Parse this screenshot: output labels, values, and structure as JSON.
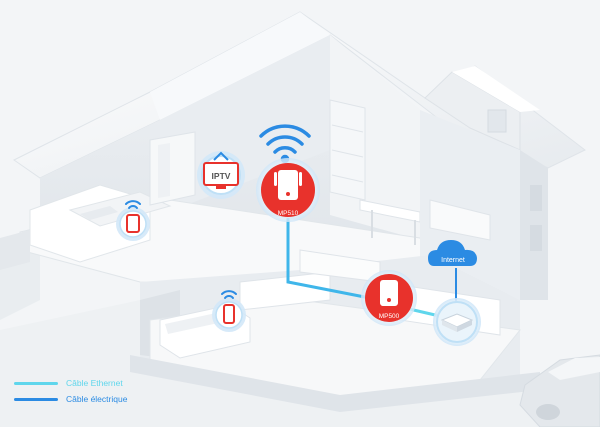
{
  "colors": {
    "background": "#f3f5f7",
    "ethernet": "#5fd6ec",
    "electrical": "#2b8be3",
    "device_red": "#e8322c",
    "device_halo": "#b9dcf5",
    "wifi": "#2b8be3"
  },
  "devices": {
    "mp510": {
      "label": "MP510"
    },
    "mp500": {
      "label": "MP500"
    },
    "tv": {
      "label": "IPTV",
      "icon": "tv-icon"
    },
    "tablet": {
      "icon": "tablet-icon"
    },
    "phone": {
      "icon": "phone-icon"
    },
    "router": {
      "icon": "router-icon"
    },
    "cloud": {
      "label": "Internet",
      "icon": "cloud-icon"
    }
  },
  "legend": [
    {
      "label": "Câble Ethernet",
      "color": "#5fd6ec"
    },
    {
      "label": "Câble électrique",
      "color": "#2b8be3"
    }
  ]
}
